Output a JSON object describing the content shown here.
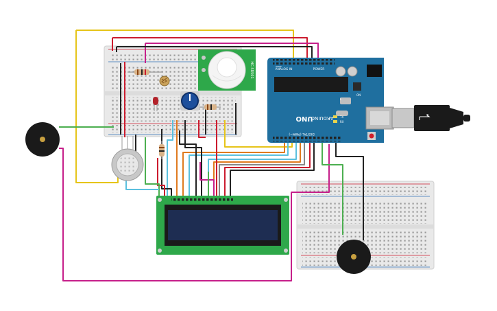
{
  "arduino": {
    "brand": "ARDUINO",
    "model": "UNO",
    "header_digital": "DIGITAL (PWM~)",
    "header_power": "POWER",
    "header_analog": "ANALOG IN",
    "ioref": "IOREF",
    "tx_label": "TX",
    "rx_label": "RX",
    "l_label": "L",
    "on_label": "ON"
  },
  "pir_sensor": {
    "label": "HC-SR501"
  },
  "colors": {
    "board_blue": "#1f6f9f",
    "breadboard": "#e9e9e9",
    "lcd_green": "#2ea84a",
    "lcd_screen": "#1e2d52",
    "wire_yellow": "#e6c419",
    "wire_red": "#cc1b2e",
    "wire_magenta": "#c61f8a",
    "wire_green": "#4caf50",
    "wire_cyan": "#5bc0de",
    "wire_orange": "#e07a1f",
    "wire_black": "#222222",
    "wire_gray": "#888888"
  },
  "components": [
    "breadboard-top",
    "breadboard-right",
    "arduino-uno",
    "pir-sensor",
    "lcd-16x2",
    "buzzer-left",
    "buzzer-right",
    "gas-sensor",
    "potentiometer",
    "led-red",
    "photoresistor",
    "usb-cable"
  ]
}
